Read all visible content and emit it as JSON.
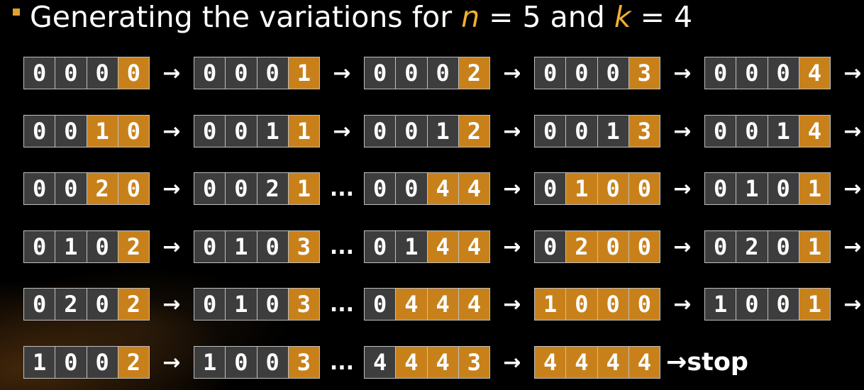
{
  "title": {
    "prefix": "Generating the variations for ",
    "n_var": "n",
    "mid": " = 5 and ",
    "k_var": "k",
    "suffix": " = 4"
  },
  "colors": {
    "accent": "#c8811a",
    "cell_gray": "#3d3d3d",
    "title_var": "#f0b030"
  },
  "rows": [
    {
      "boxes": [
        [
          {
            "d": "0",
            "c": "g"
          },
          {
            "d": "0",
            "c": "g"
          },
          {
            "d": "0",
            "c": "g"
          },
          {
            "d": "0",
            "c": "o"
          }
        ],
        [
          {
            "d": "0",
            "c": "g"
          },
          {
            "d": "0",
            "c": "g"
          },
          {
            "d": "0",
            "c": "g"
          },
          {
            "d": "1",
            "c": "o"
          }
        ],
        [
          {
            "d": "0",
            "c": "g"
          },
          {
            "d": "0",
            "c": "g"
          },
          {
            "d": "0",
            "c": "g"
          },
          {
            "d": "2",
            "c": "o"
          }
        ],
        [
          {
            "d": "0",
            "c": "g"
          },
          {
            "d": "0",
            "c": "g"
          },
          {
            "d": "0",
            "c": "g"
          },
          {
            "d": "3",
            "c": "o"
          }
        ],
        [
          {
            "d": "0",
            "c": "g"
          },
          {
            "d": "0",
            "c": "g"
          },
          {
            "d": "0",
            "c": "g"
          },
          {
            "d": "4",
            "c": "o"
          }
        ]
      ],
      "connectors": [
        "→",
        "→",
        "→",
        "→",
        "→"
      ]
    },
    {
      "boxes": [
        [
          {
            "d": "0",
            "c": "g"
          },
          {
            "d": "0",
            "c": "g"
          },
          {
            "d": "1",
            "c": "o"
          },
          {
            "d": "0",
            "c": "o"
          }
        ],
        [
          {
            "d": "0",
            "c": "g"
          },
          {
            "d": "0",
            "c": "g"
          },
          {
            "d": "1",
            "c": "g"
          },
          {
            "d": "1",
            "c": "o"
          }
        ],
        [
          {
            "d": "0",
            "c": "g"
          },
          {
            "d": "0",
            "c": "g"
          },
          {
            "d": "1",
            "c": "g"
          },
          {
            "d": "2",
            "c": "o"
          }
        ],
        [
          {
            "d": "0",
            "c": "g"
          },
          {
            "d": "0",
            "c": "g"
          },
          {
            "d": "1",
            "c": "g"
          },
          {
            "d": "3",
            "c": "o"
          }
        ],
        [
          {
            "d": "0",
            "c": "g"
          },
          {
            "d": "0",
            "c": "g"
          },
          {
            "d": "1",
            "c": "g"
          },
          {
            "d": "4",
            "c": "o"
          }
        ]
      ],
      "connectors": [
        "→",
        "→",
        "→",
        "→",
        "→"
      ]
    },
    {
      "boxes": [
        [
          {
            "d": "0",
            "c": "g"
          },
          {
            "d": "0",
            "c": "g"
          },
          {
            "d": "2",
            "c": "o"
          },
          {
            "d": "0",
            "c": "o"
          }
        ],
        [
          {
            "d": "0",
            "c": "g"
          },
          {
            "d": "0",
            "c": "g"
          },
          {
            "d": "2",
            "c": "g"
          },
          {
            "d": "1",
            "c": "o"
          }
        ],
        [
          {
            "d": "0",
            "c": "g"
          },
          {
            "d": "0",
            "c": "g"
          },
          {
            "d": "4",
            "c": "o"
          },
          {
            "d": "4",
            "c": "o"
          }
        ],
        [
          {
            "d": "0",
            "c": "g"
          },
          {
            "d": "1",
            "c": "o"
          },
          {
            "d": "0",
            "c": "o"
          },
          {
            "d": "0",
            "c": "o"
          }
        ],
        [
          {
            "d": "0",
            "c": "g"
          },
          {
            "d": "1",
            "c": "g"
          },
          {
            "d": "0",
            "c": "g"
          },
          {
            "d": "1",
            "c": "o"
          }
        ]
      ],
      "connectors": [
        "→",
        "...",
        "→",
        "→",
        "→"
      ]
    },
    {
      "boxes": [
        [
          {
            "d": "0",
            "c": "g"
          },
          {
            "d": "1",
            "c": "g"
          },
          {
            "d": "0",
            "c": "g"
          },
          {
            "d": "2",
            "c": "o"
          }
        ],
        [
          {
            "d": "0",
            "c": "g"
          },
          {
            "d": "1",
            "c": "g"
          },
          {
            "d": "0",
            "c": "g"
          },
          {
            "d": "3",
            "c": "o"
          }
        ],
        [
          {
            "d": "0",
            "c": "g"
          },
          {
            "d": "1",
            "c": "g"
          },
          {
            "d": "4",
            "c": "o"
          },
          {
            "d": "4",
            "c": "o"
          }
        ],
        [
          {
            "d": "0",
            "c": "g"
          },
          {
            "d": "2",
            "c": "o"
          },
          {
            "d": "0",
            "c": "o"
          },
          {
            "d": "0",
            "c": "o"
          }
        ],
        [
          {
            "d": "0",
            "c": "g"
          },
          {
            "d": "2",
            "c": "g"
          },
          {
            "d": "0",
            "c": "g"
          },
          {
            "d": "1",
            "c": "o"
          }
        ]
      ],
      "connectors": [
        "→",
        "...",
        "→",
        "→",
        "→"
      ]
    },
    {
      "boxes": [
        [
          {
            "d": "0",
            "c": "g"
          },
          {
            "d": "2",
            "c": "g"
          },
          {
            "d": "0",
            "c": "g"
          },
          {
            "d": "2",
            "c": "o"
          }
        ],
        [
          {
            "d": "0",
            "c": "g"
          },
          {
            "d": "1",
            "c": "g"
          },
          {
            "d": "0",
            "c": "g"
          },
          {
            "d": "3",
            "c": "o"
          }
        ],
        [
          {
            "d": "0",
            "c": "g"
          },
          {
            "d": "4",
            "c": "o"
          },
          {
            "d": "4",
            "c": "o"
          },
          {
            "d": "4",
            "c": "o"
          }
        ],
        [
          {
            "d": "1",
            "c": "o"
          },
          {
            "d": "0",
            "c": "o"
          },
          {
            "d": "0",
            "c": "o"
          },
          {
            "d": "0",
            "c": "o"
          }
        ],
        [
          {
            "d": "1",
            "c": "g"
          },
          {
            "d": "0",
            "c": "g"
          },
          {
            "d": "0",
            "c": "g"
          },
          {
            "d": "1",
            "c": "o"
          }
        ]
      ],
      "connectors": [
        "→",
        "...",
        "→",
        "→",
        "→"
      ]
    },
    {
      "boxes": [
        [
          {
            "d": "1",
            "c": "g"
          },
          {
            "d": "0",
            "c": "g"
          },
          {
            "d": "0",
            "c": "g"
          },
          {
            "d": "2",
            "c": "o"
          }
        ],
        [
          {
            "d": "1",
            "c": "g"
          },
          {
            "d": "0",
            "c": "g"
          },
          {
            "d": "0",
            "c": "g"
          },
          {
            "d": "3",
            "c": "o"
          }
        ],
        [
          {
            "d": "4",
            "c": "g"
          },
          {
            "d": "4",
            "c": "o"
          },
          {
            "d": "4",
            "c": "o"
          },
          {
            "d": "3",
            "c": "o"
          }
        ],
        [
          {
            "d": "4",
            "c": "o"
          },
          {
            "d": "4",
            "c": "o"
          },
          {
            "d": "4",
            "c": "o"
          },
          {
            "d": "4",
            "c": "o"
          }
        ]
      ],
      "connectors": [
        "→",
        "...",
        "→"
      ],
      "end_label": "→stop"
    }
  ]
}
